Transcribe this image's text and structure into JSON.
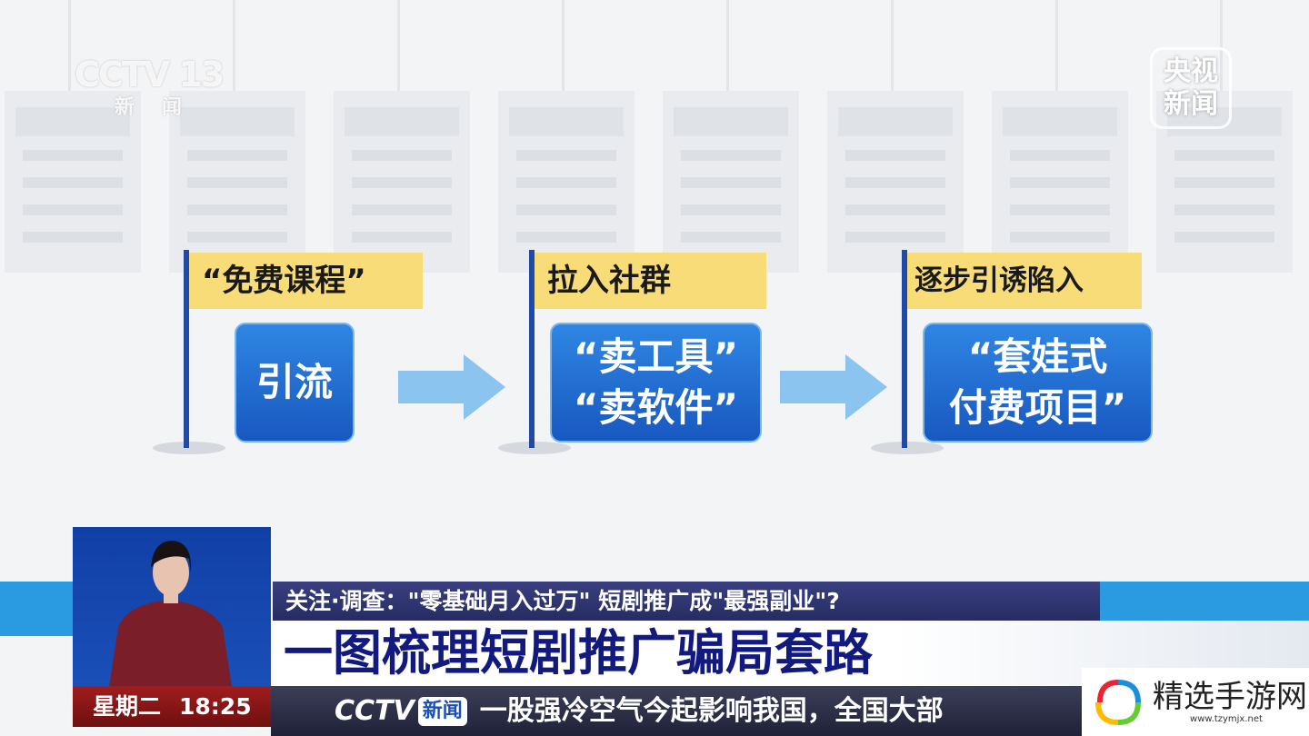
{
  "channel_logo": {
    "name": "CCTV 13",
    "sub": "新闻"
  },
  "corner_logo": {
    "line1": "央视",
    "line2": "新闻"
  },
  "diagram": {
    "steps": [
      {
        "flag": "“免费课程”",
        "box": [
          "引流"
        ]
      },
      {
        "flag": "拉入社群",
        "box": [
          "“卖工具”",
          "“卖软件”"
        ]
      },
      {
        "flag": "逐步引诱陷入",
        "box": [
          "“套娃式",
          "付费项目”"
        ]
      }
    ],
    "colors": {
      "flag": "#f8dc78",
      "box": "#1e6fd0",
      "arrow": "#8cc4f0",
      "pole": "#1f4aa8"
    }
  },
  "broadcast": {
    "day": "星期二",
    "time": "18:25",
    "subtitle": "关注·调查：\"零基础月入过万\" 短剧推广成\"最强副业\"?",
    "headline": "一图梳理短剧推广骗局套路",
    "ticker_logo": "CCTV",
    "ticker_logo_tag": "新闻",
    "ticker_text": "一股强冷空气今起影响我国，全国大部"
  },
  "watermark": {
    "name": "精选手游网",
    "url": "www.tzymjx.net"
  }
}
